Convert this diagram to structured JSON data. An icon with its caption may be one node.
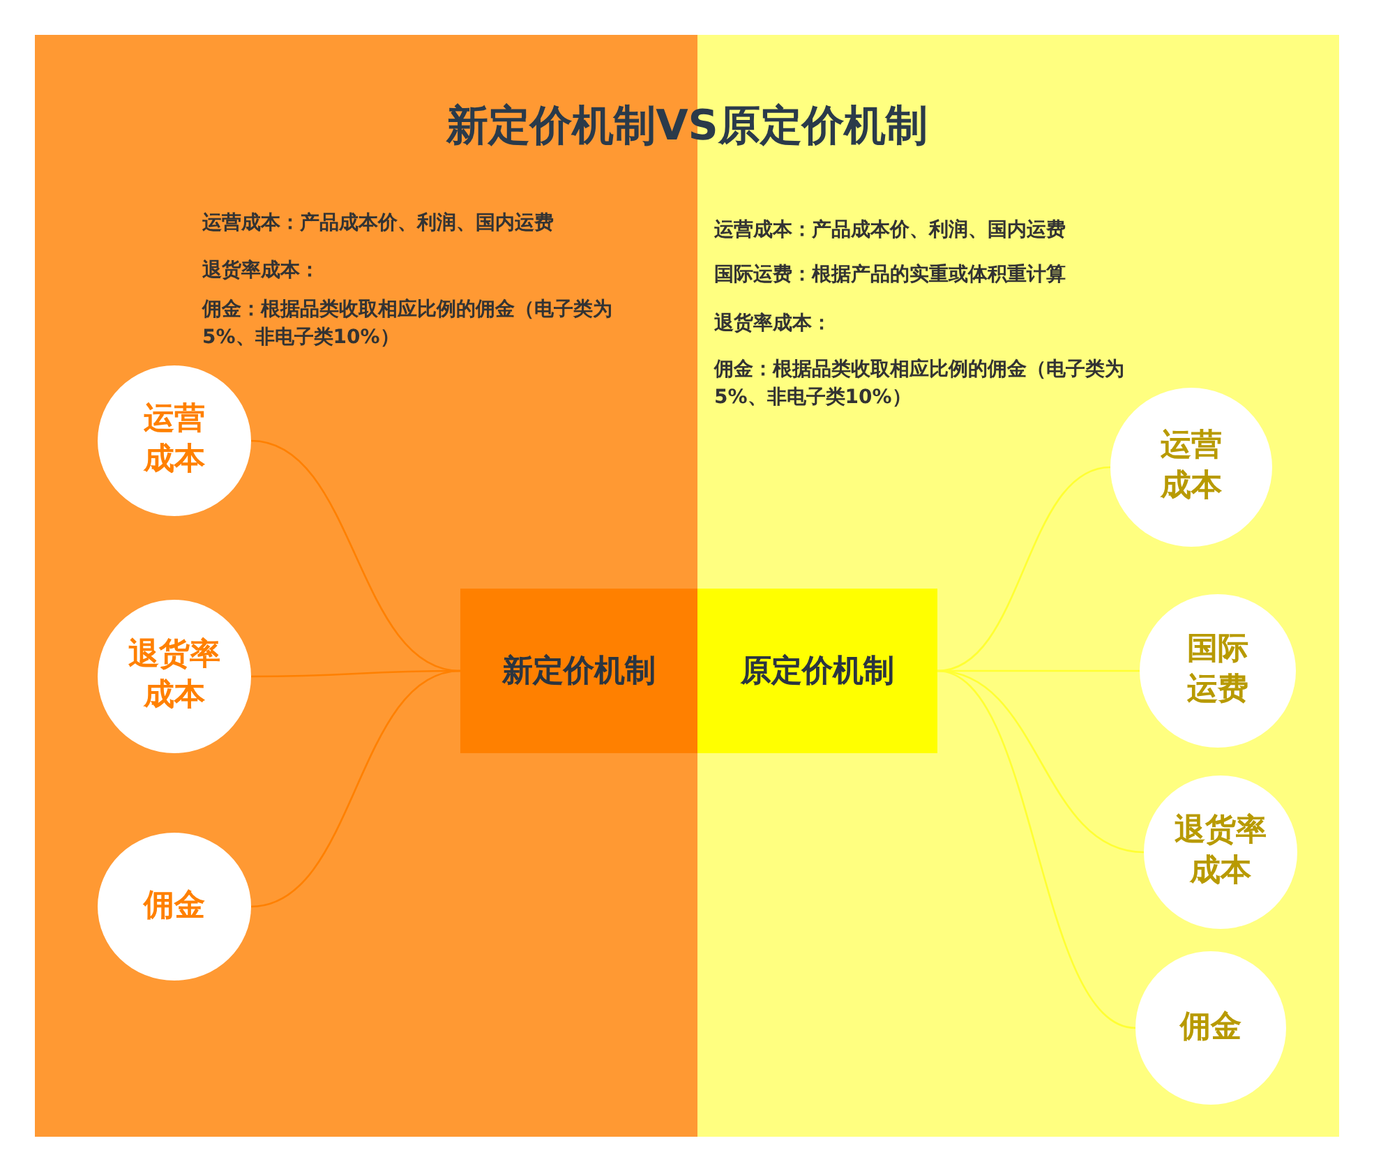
{
  "diagram": {
    "title": "新定价机制VS原定价机制",
    "nodes": [
      {
        "text": [
          "新定价机制"
        ]
      },
      {
        "text": [
          "运营成本"
        ]
      },
      {
        "text": [
          "退货率成本"
        ]
      },
      {
        "text": [
          "佣金"
        ]
      },
      {
        "text": [
          "原定价机制"
        ]
      },
      {
        "text": [
          "运营成本"
        ]
      },
      {
        "text": [
          "国际运费"
        ]
      },
      {
        "text": [
          "退货率成本"
        ]
      },
      {
        "text": [
          "佣金"
        ]
      }
    ],
    "edges": [
      {
        "from": 0,
        "to": 1,
        "arrow": "none",
        "color": "#ff8000"
      },
      {
        "from": 0,
        "to": 2,
        "arrow": "none",
        "color": "#ff8000"
      },
      {
        "from": 0,
        "to": 3,
        "arrow": "none",
        "color": "#ff8000"
      },
      {
        "from": 4,
        "to": 5,
        "arrow": "none",
        "color": "#ffff33"
      },
      {
        "from": 4,
        "to": 6,
        "arrow": "none",
        "color": "#ffff33"
      },
      {
        "from": 4,
        "to": 7,
        "arrow": "none",
        "color": "#ffff33"
      },
      {
        "from": 4,
        "to": 8,
        "arrow": "none",
        "color": "#ffff33"
      }
    ],
    "labels": [
      "运营成本：产品成本价、利润、国内运费",
      "退货率成本：",
      "佣金：根据品类收取相应比例的佣金（电子类为5%、非电子类10%）",
      "运营成本：产品成本价、利润、国内运费",
      "国际运费：根据产品的实重或体积重计算",
      "退货率成本：",
      "佣金：根据品类收取相应比例的佣金（电子类为5%、非电子类10%）"
    ]
  }
}
